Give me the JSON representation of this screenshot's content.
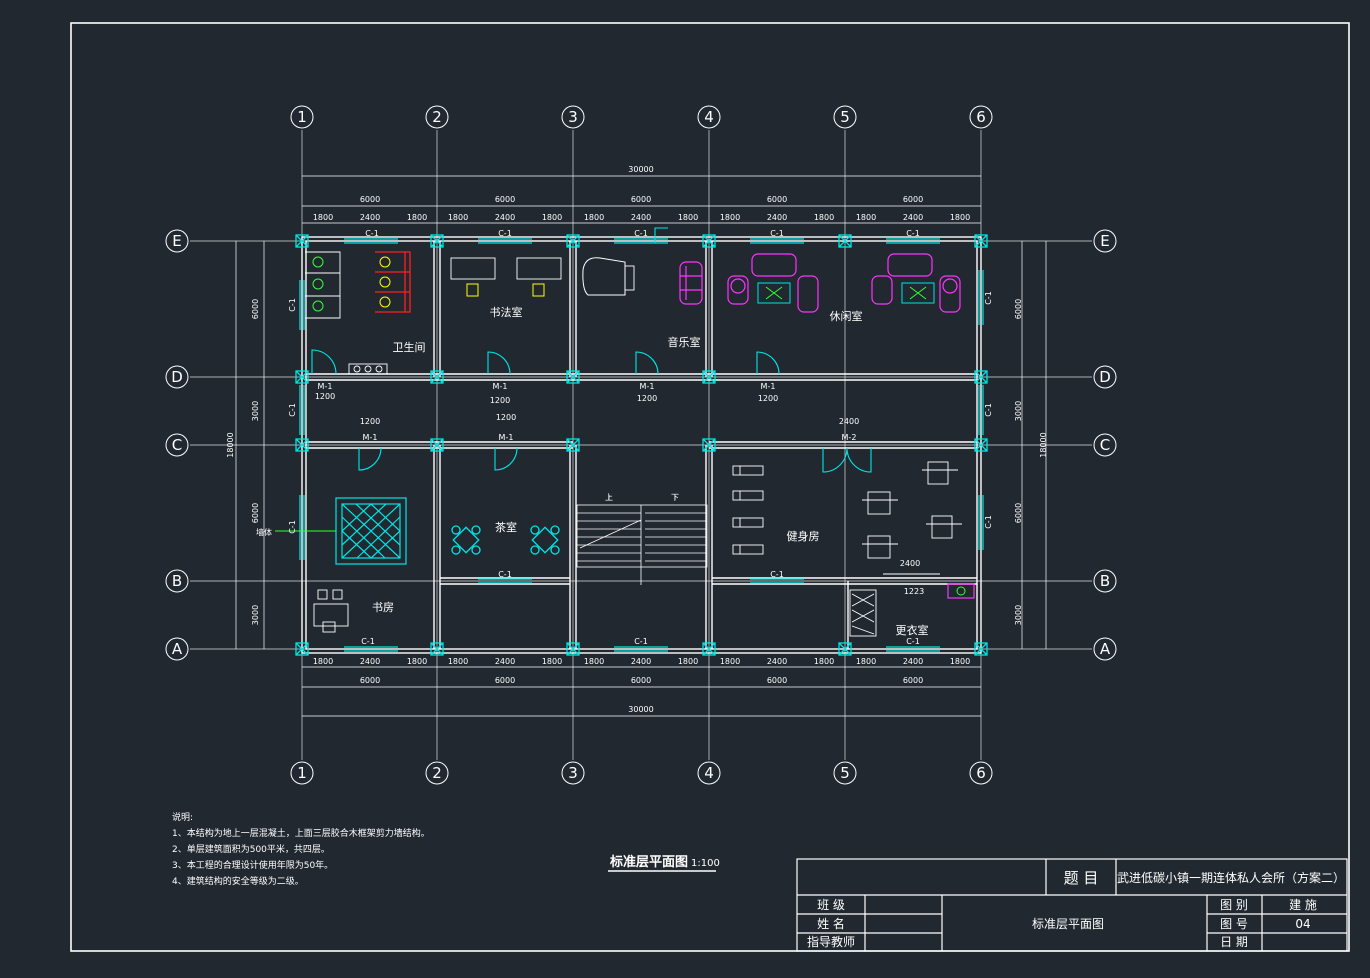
{
  "axes": {
    "columns": [
      "1",
      "2",
      "3",
      "4",
      "5",
      "6"
    ],
    "rows": [
      "E",
      "D",
      "C",
      "B",
      "A"
    ]
  },
  "dims": {
    "total": "30000",
    "bays": [
      "6000",
      "6000",
      "6000",
      "6000",
      "6000"
    ],
    "sub_top": [
      "1800",
      "2400",
      "1800"
    ],
    "sub_bottom": [
      "1800",
      "2400",
      "1800"
    ],
    "bay1_bottom": "6000",
    "left_total": "18000",
    "left": [
      "6000",
      "3000",
      "6000",
      "3000"
    ],
    "right_total": "18000",
    "right": [
      "6000",
      "3000",
      "6000",
      "3000"
    ],
    "misc": {
      "m1_w": "1200",
      "m2_w": "2400",
      "gym_w": "2400",
      "closet": "1223"
    }
  },
  "rooms": {
    "toilet": "卫生间",
    "calligraphy": "书法室",
    "music": "音乐室",
    "leisure": "休闲室",
    "tea": "茶室",
    "study": "书房",
    "gym": "健身房",
    "changing": "更衣室"
  },
  "labels": {
    "stair_up": "上",
    "stair_down": "下",
    "door_m1": "M-1",
    "door_m2": "M-2",
    "window": "C-1",
    "ext_label": "墙体"
  },
  "drawing_title": "标准层平面图",
  "drawing_scale": "1:100",
  "notes": {
    "heading": "说明:",
    "items": [
      "1、本结构为地上一层混凝土，上面三层胶合木框架剪力墙结构。",
      "2、单层建筑面积为500平米，共四层。",
      "3、本工程的合理设计使用年限为50年。",
      "4、建筑结构的安全等级为二级。"
    ]
  },
  "title_block": {
    "subject_label": "题 目",
    "subject": "武进低碳小镇一期连体私人会所（方案二）",
    "class_label": "班 级",
    "name_label": "姓 名",
    "teacher_label": "指导教师",
    "drawing_name": "标准层平面图",
    "category_label": "图 别",
    "category": "建 施",
    "number_label": "图 号",
    "number": "04",
    "date_label": "日 期"
  },
  "colors": {
    "background": "#212830",
    "lines": "#ffffff",
    "columns": "#00e5e5",
    "furniture_magenta": "#ff33ff",
    "furniture_yellow": "#ffff00",
    "fixture_red": "#ff2020",
    "marker_green": "#33ff33"
  }
}
